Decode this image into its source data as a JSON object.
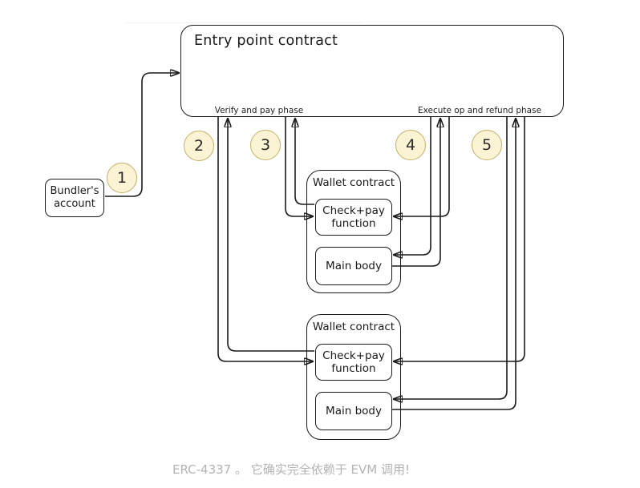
{
  "diagram": {
    "entry": {
      "title": "Entry point contract",
      "verify_phase_label": "Verify and pay phase",
      "execute_phase_label": "Execute op and refund phase"
    },
    "bundler": {
      "line1": "Bundler's",
      "line2": "account"
    },
    "steps": [
      "1",
      "2",
      "3",
      "4",
      "5"
    ],
    "wallets": [
      {
        "title": "Wallet contract",
        "check_pay_line1": "Check+pay",
        "check_pay_line2": "function",
        "main_body": "Main body"
      },
      {
        "title": "Wallet contract",
        "check_pay_line1": "Check+pay",
        "check_pay_line2": "function",
        "main_body": "Main body"
      }
    ],
    "caption": "ERC-4337 。 它确实完全依赖于 EVM 调用!"
  },
  "colors": {
    "line": "#1a1a1a",
    "step_circle_fill": "#faf3d4",
    "step_circle_border": "#c5b168",
    "caption_text": "#b3b3b3",
    "background": "#ffffff"
  }
}
